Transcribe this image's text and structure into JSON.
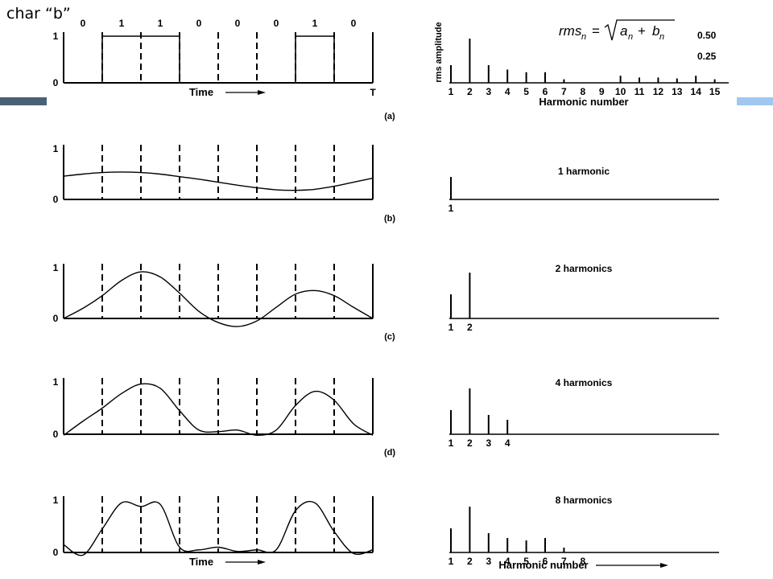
{
  "page": {
    "title": "char “b”"
  },
  "formula": {
    "lhs": "rms",
    "sub": "n",
    "eq": "=",
    "a": "a",
    "plus": "+",
    "b": "b"
  },
  "chart_data": [
    {
      "panel": "a",
      "type": "line",
      "caption": "(a)",
      "bits": [
        "0",
        "1",
        "1",
        "0",
        "0",
        "0",
        "1",
        "0"
      ],
      "x": [
        0,
        1,
        2,
        3,
        4,
        5,
        6,
        7,
        8
      ],
      "values": [
        0,
        1,
        1,
        0,
        0,
        0,
        1,
        0
      ],
      "y_ticks": [
        "1",
        "0"
      ],
      "ylim": [
        0,
        1
      ],
      "xlabel": "Time",
      "x_end_label": "T"
    },
    {
      "panel": "a",
      "type": "bar",
      "caption": "",
      "categories": [
        "1",
        "2",
        "3",
        "4",
        "5",
        "6",
        "7",
        "8",
        "9",
        "10",
        "11",
        "12",
        "13",
        "14",
        "15"
      ],
      "values": [
        0.2,
        0.5,
        0.2,
        0.15,
        0.12,
        0.12,
        0.04,
        0,
        0,
        0.08,
        0.06,
        0.06,
        0.05,
        0.08,
        0.04
      ],
      "ylabel": "rms amplitude",
      "xlabel": "Harmonic number",
      "y_ticks": [
        "0.50",
        "0.25"
      ]
    },
    {
      "panel": "b",
      "type": "line",
      "caption": "(b)",
      "harmonics": 1,
      "x": [
        0,
        0.5,
        1,
        1.5,
        2,
        2.5,
        3,
        3.5,
        4,
        4.5,
        5,
        5.5,
        6,
        6.5,
        7,
        7.5,
        8
      ],
      "values": [
        0.46,
        0.5,
        0.53,
        0.54,
        0.53,
        0.5,
        0.45,
        0.4,
        0.34,
        0.28,
        0.23,
        0.19,
        0.18,
        0.2,
        0.26,
        0.34,
        0.42
      ],
      "y_ticks": [
        "1",
        "0"
      ],
      "ylim": [
        0,
        1
      ]
    },
    {
      "panel": "b",
      "type": "bar",
      "caption": "1 harmonic",
      "categories": [
        "1"
      ],
      "values": [
        0.5
      ]
    },
    {
      "panel": "c",
      "type": "line",
      "caption": "(c)",
      "harmonics": 2,
      "x": [
        0,
        0.5,
        1,
        1.5,
        2,
        2.5,
        3,
        3.5,
        4,
        4.5,
        5,
        5.5,
        6,
        6.5,
        7,
        7.5,
        8
      ],
      "values": [
        0,
        0.2,
        0.45,
        0.75,
        0.92,
        0.82,
        0.5,
        0.14,
        -0.08,
        -0.16,
        -0.05,
        0.22,
        0.48,
        0.55,
        0.45,
        0.22,
        0
      ],
      "y_ticks": [
        "1",
        "0"
      ],
      "ylim": [
        0,
        1
      ]
    },
    {
      "panel": "c",
      "type": "bar",
      "caption": "2 harmonics",
      "categories": [
        "1",
        "2"
      ],
      "values": [
        0.5,
        0.95
      ]
    },
    {
      "panel": "d",
      "type": "line",
      "caption": "(d)",
      "harmonics": 4,
      "x": [
        0,
        0.5,
        1,
        1.5,
        2,
        2.5,
        3,
        3.5,
        4,
        4.5,
        5,
        5.5,
        6,
        6.5,
        7,
        7.5,
        8
      ],
      "values": [
        -0.02,
        0.25,
        0.5,
        0.78,
        0.96,
        0.88,
        0.45,
        0.08,
        0.05,
        0.08,
        -0.02,
        0.08,
        0.55,
        0.82,
        0.65,
        0.2,
        -0.02
      ],
      "y_ticks": [
        "1",
        "0"
      ],
      "ylim": [
        0,
        1
      ]
    },
    {
      "panel": "d",
      "type": "bar",
      "caption": "4 harmonics",
      "categories": [
        "1",
        "2",
        "3",
        "4"
      ],
      "values": [
        0.5,
        0.95,
        0.4,
        0.3
      ]
    },
    {
      "panel": "e",
      "type": "line",
      "caption": "",
      "harmonics": 8,
      "x": [
        0,
        0.5,
        1,
        1.5,
        2,
        2.5,
        3,
        3.5,
        4,
        4.5,
        5,
        5.5,
        6,
        6.5,
        7,
        7.5,
        8
      ],
      "values": [
        0.15,
        -0.05,
        0.45,
        0.95,
        0.88,
        0.92,
        0.1,
        0.05,
        0.1,
        0.02,
        0.05,
        0.05,
        0.8,
        0.95,
        0.4,
        -0.02,
        0.05
      ],
      "y_ticks": [
        "1",
        "0"
      ],
      "ylim": [
        0,
        1
      ],
      "xlabel": "Time"
    },
    {
      "panel": "e",
      "type": "bar",
      "caption": "8 harmonics",
      "categories": [
        "1",
        "2",
        "3",
        "4",
        "5",
        "6",
        "7",
        "8"
      ],
      "values": [
        0.5,
        0.95,
        0.4,
        0.3,
        0.25,
        0.3,
        0.1,
        0
      ],
      "xlabel": "Harmonic number"
    }
  ]
}
